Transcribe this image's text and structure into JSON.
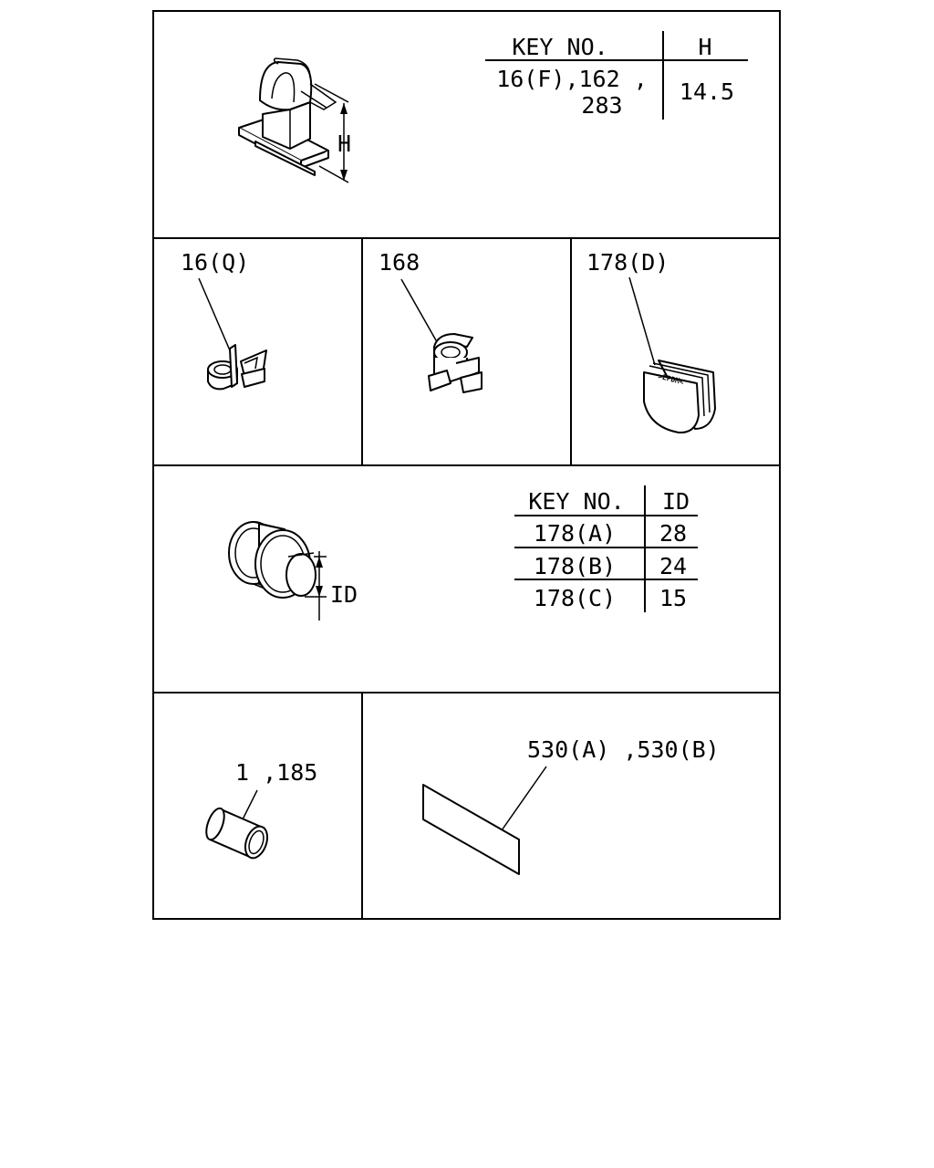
{
  "panel1": {
    "table": {
      "col1_header": "KEY NO.",
      "col2_header": "H",
      "key_line1": "16(F),162 ,",
      "key_line2": "283",
      "value": "14.5"
    },
    "dimension_label": "H"
  },
  "panel2": {
    "callout": "16(Q)"
  },
  "panel3": {
    "callout": "168"
  },
  "panel4": {
    "callout": "178(D)",
    "imprint": ">EPDM<"
  },
  "panel5": {
    "dimension_label": "ID",
    "table": {
      "col1_header": "KEY NO.",
      "col2_header": "ID",
      "rows": [
        {
          "key": "178(A)",
          "value": "28"
        },
        {
          "key": "178(B)",
          "value": "24"
        },
        {
          "key": "178(C)",
          "value": "15"
        }
      ]
    }
  },
  "panel6": {
    "callout": "1 ,185"
  },
  "panel7": {
    "callout": "530(A) ,530(B)"
  }
}
